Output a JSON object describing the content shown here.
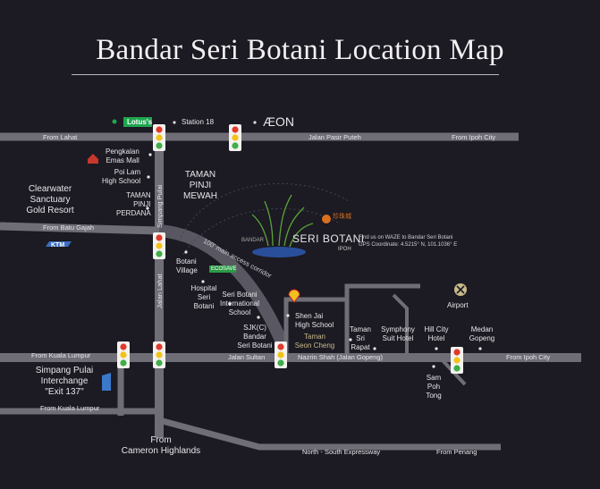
{
  "title": "Bandar Seri Botani Location Map",
  "top_row": {
    "lotus": "Lotus's",
    "station18": "Station 18",
    "aeon": "ÆON"
  },
  "roads": {
    "from_lahat": "From Lahat",
    "jalan_pasir_puteh": "Jalan Pasir Puteh",
    "from_ipoh_city_top": "From Ipoh City",
    "from_batu_gajah": "From Batu Gajah",
    "simpang_pulai": "Simpang Pulai",
    "jalan_lahat": "Jalan Lahat",
    "main_access": "100' main access corridor",
    "from_kuala_lumpur_1": "From Kuala Lumpur",
    "jalan_sultan": "Jalan Sultan",
    "nazrin_shah": "Nazrin Shah (Jalan Gopeng)",
    "from_ipoh_city_right": "From Ipoh City",
    "from_kuala_lumpur_2": "From Kuala Lumpur",
    "from_cameron": "From\nCameron Highlands",
    "nse": "North - South Expressway",
    "from_penang": "From Penang"
  },
  "places": {
    "pengkalan": "Pengkalan\nEmas Mall",
    "poi_lam": "Poi Lam\nHigh School",
    "taman_pinji_perdana": "TAMAN\nPINJI\nPERDANA",
    "taman_pinji_mewah": "TAMAN\nPINJI\nMEWAH",
    "clearwater": "Clearwater\nSanctuary\nGold Resort",
    "ktm": "KTM",
    "botani_village": "Botani\nVillage",
    "ecosave": "ECOSAVE",
    "hospital": "Hospital\nSeri\nBotani",
    "seri_botani_intl": "Seri Botani\nInternational\nSchool",
    "shen_jai": "Shen Jai\nHigh School",
    "sjkc": "SJK(C)\nBandar\nSeri Botani",
    "taman_seon_cheng": "Taman\nSeon Cheng",
    "taman_sri_rapat": "Taman\nSri\nRapat",
    "symphony": "Symphony\nSuit Hotel",
    "hill_city": "Hill City\nHotel",
    "medan_gopeng": "Medan\nGopeng",
    "airport": "Airport",
    "sam_poh_tong": "Sam\nPoh\nTong",
    "simpang_pulai_interchange": "Simpang Pulai\nInterchange\n\"Exit 137\""
  },
  "logo": {
    "name": "SERI BOTANI",
    "bandar": "BANDAR",
    "ipoh": "IPOH",
    "chinese": "珍珠城",
    "waze": "Find us on WAZE to Bandar Seri Botani",
    "gps": "GPS Coordinate: 4.5215° N, 101.1036° E"
  },
  "colors": {
    "background": "#1c1a22",
    "road": "#7a7880",
    "traffic_red": "#e03a2c",
    "traffic_yellow": "#f1c318",
    "traffic_green": "#3fae49",
    "lotus": "#1fa650",
    "ecosave": "#2c9a45",
    "shell": "#f0c020",
    "airport": "#c8b98a"
  }
}
